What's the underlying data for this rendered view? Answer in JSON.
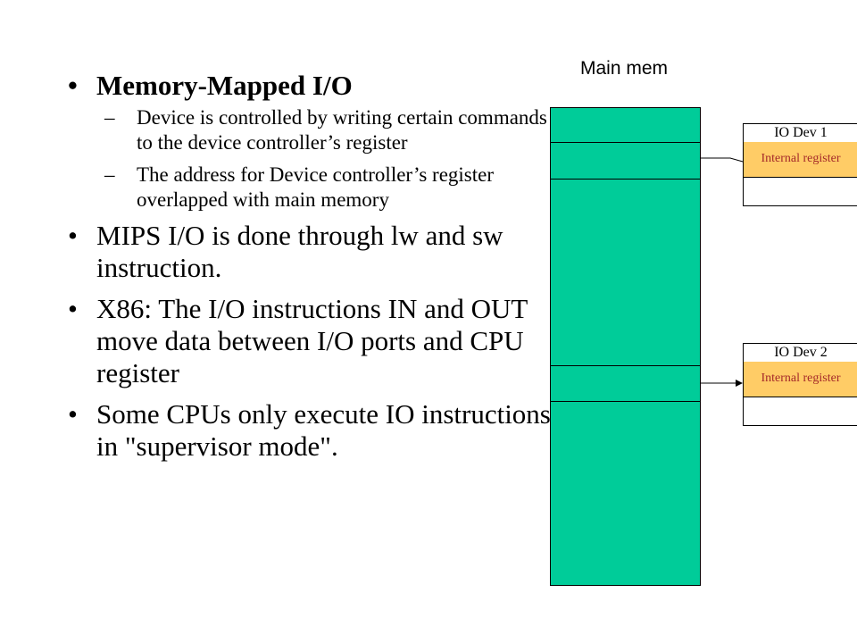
{
  "bullets": {
    "heading": "Memory-Mapped I/O",
    "sub_items": [
      "Device is controlled by writing certain commands to the device controller’s register",
      "The address for Device controller’s register overlapped with main memory"
    ],
    "items": [
      "MIPS I/O is done through lw and sw instruction.",
      "X86: The I/O instructions IN and OUT move data between I/O ports and CPU register",
      "Some CPUs only execute IO instructions in \"supervisor mode\"."
    ],
    "bullet_glyph": "•",
    "dash_glyph": "–"
  },
  "diagram": {
    "main_mem_label": "Main mem",
    "devices": [
      {
        "title": "IO Dev 1",
        "register_label": "Internal register"
      },
      {
        "title": "IO Dev 2",
        "register_label": "Internal register"
      }
    ],
    "colors": {
      "main_memory": "#00cc99",
      "register": "#ffcc66",
      "register_text": "#a52a2a"
    }
  }
}
